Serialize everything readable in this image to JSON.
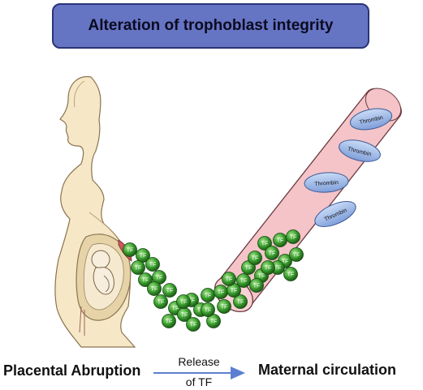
{
  "title": "Alteration of trophoblast integrity",
  "thrombin_label": "Thrombin",
  "tf_label": "TF",
  "bottom": {
    "left": "Placental Abruption",
    "arrow_top": "Release",
    "arrow_bottom": "of TF",
    "right": "Maternal circulation"
  },
  "colors": {
    "title_fill": "#6674c4",
    "title_border": "#2a3478",
    "vessel_fill": "#f4c4c8",
    "thrombin_fill": "#9ab6e8",
    "tf_fill": "#3ea332",
    "arrow": "#5b7fd0"
  }
}
